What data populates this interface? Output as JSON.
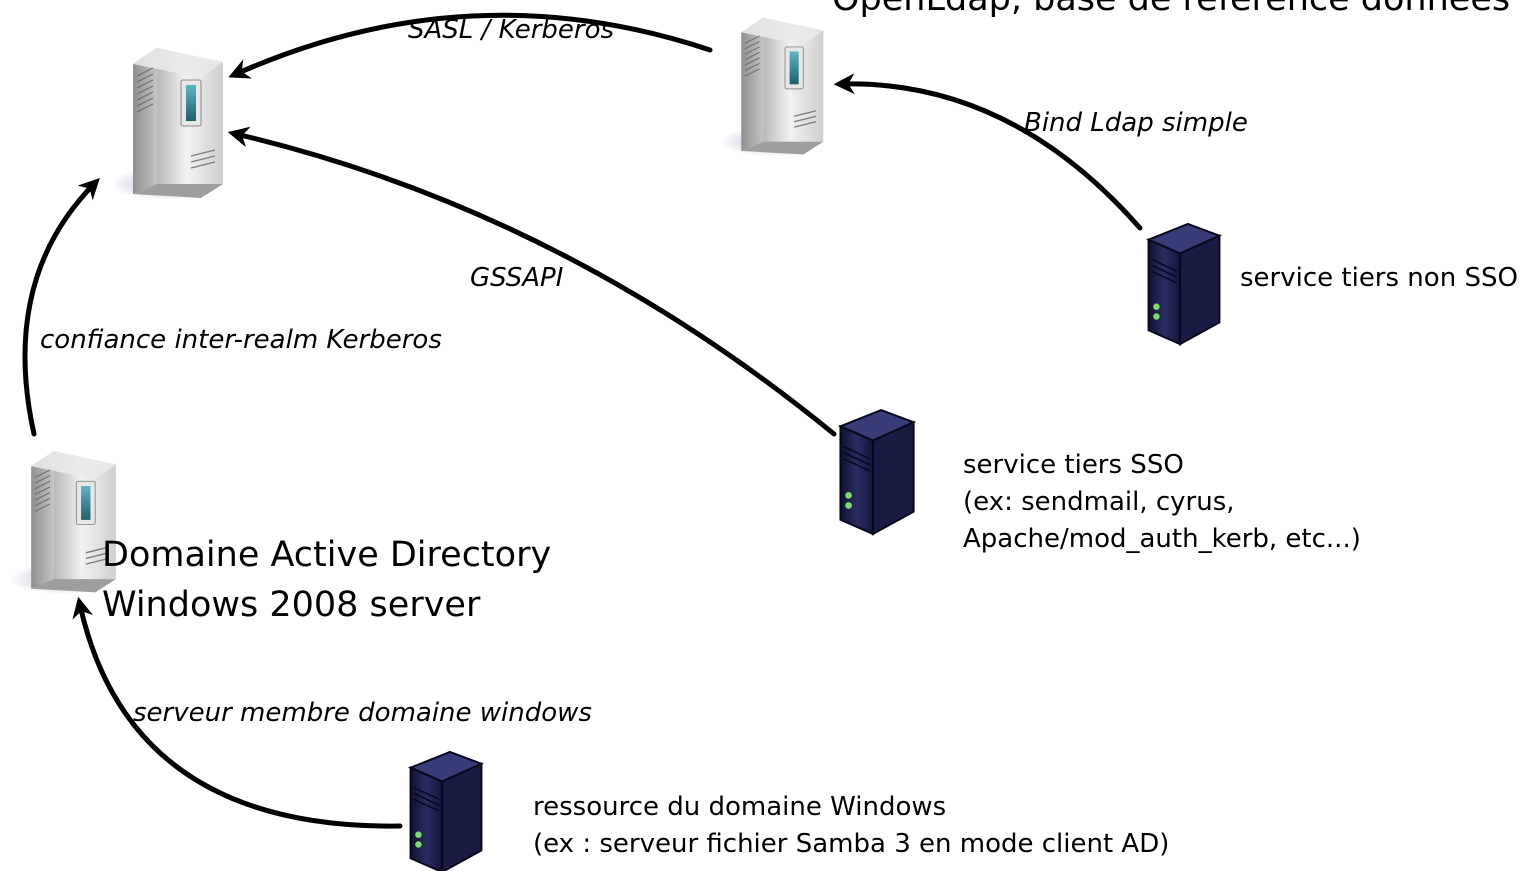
{
  "nodes": {
    "ldap_title": "OpenLdap, base de référence données",
    "ad_title_line1": "Domaine Active Directory",
    "ad_title_line2": "Windows 2008 server",
    "non_sso_label": "service tiers non SSO",
    "sso_line1": "service tiers SSO",
    "sso_line2": "(ex: sendmail, cyrus,",
    "sso_line3": "Apache/mod_auth_kerb, etc...)",
    "resource_line1": "ressource du domaine Windows",
    "resource_line2": "(ex : serveur fichier Samba 3 en mode client AD)"
  },
  "edges": {
    "sasl": "SASL / Kerberos",
    "bind": "Bind Ldap simple",
    "gssapi": "GSSAPI",
    "trust": "confiance inter-realm Kerberos",
    "member": "serveur membre domaine windows"
  },
  "colors": {
    "line": "#000000",
    "server_light": "#d9d9d9",
    "server_dark": "#1c1d45",
    "server_screen": "#3a8a99",
    "led": "#7ddc6a"
  },
  "icons": {
    "kdc_server": "grey-tower-server-icon",
    "ldap_server": "grey-tower-server-icon",
    "ad_server": "grey-tower-server-icon",
    "service_servers": "dark-tower-server-icon"
  }
}
